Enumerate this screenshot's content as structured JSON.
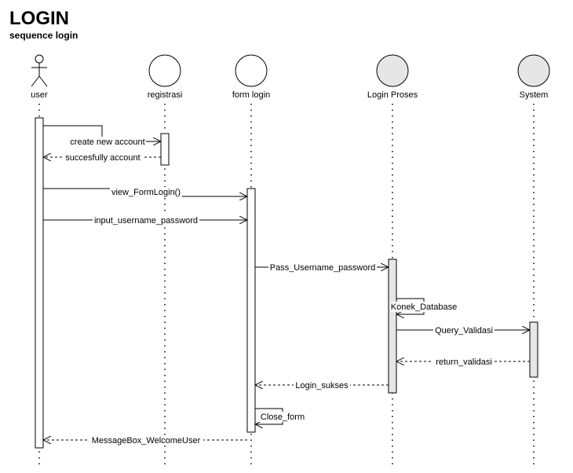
{
  "title": "LOGIN",
  "subtitle": "sequence login",
  "colors": {
    "line": "#000000",
    "entity_fill": "#ffffff",
    "control_fill": "#e6e6e6"
  },
  "participants": [
    {
      "id": "user",
      "label": "user",
      "shape": "actor"
    },
    {
      "id": "registrasi",
      "label": "registrasi",
      "shape": "circle"
    },
    {
      "id": "form_login",
      "label": "form login",
      "shape": "circle"
    },
    {
      "id": "login_proses",
      "label": "Login Proses",
      "shape": "circle-shaded"
    },
    {
      "id": "system",
      "label": "System",
      "shape": "circle-shaded"
    }
  ],
  "messages": [
    {
      "label": "create new account",
      "from": "user",
      "to": "registrasi",
      "style": "solid"
    },
    {
      "label": "succesfully account",
      "from": "registrasi",
      "to": "user",
      "style": "dashed"
    },
    {
      "label": "view_FormLogin()",
      "from": "user",
      "to": "form_login",
      "style": "solid"
    },
    {
      "label": "input_username_password",
      "from": "user",
      "to": "form_login",
      "style": "solid"
    },
    {
      "label": "Pass_Username_password",
      "from": "form_login",
      "to": "login_proses",
      "style": "solid"
    },
    {
      "label": "Konek_Database",
      "from": "login_proses",
      "to": "login_proses",
      "style": "self"
    },
    {
      "label": "Query_Validasi",
      "from": "login_proses",
      "to": "system",
      "style": "solid"
    },
    {
      "label": "return_validasi",
      "from": "system",
      "to": "login_proses",
      "style": "dashed"
    },
    {
      "label": "Login_sukses",
      "from": "login_proses",
      "to": "form_login",
      "style": "dashed"
    },
    {
      "label": "Close_form",
      "from": "form_login",
      "to": "form_login",
      "style": "self"
    },
    {
      "label": "MessageBox_WelcomeUser",
      "from": "form_login",
      "to": "user",
      "style": "dashed"
    }
  ]
}
